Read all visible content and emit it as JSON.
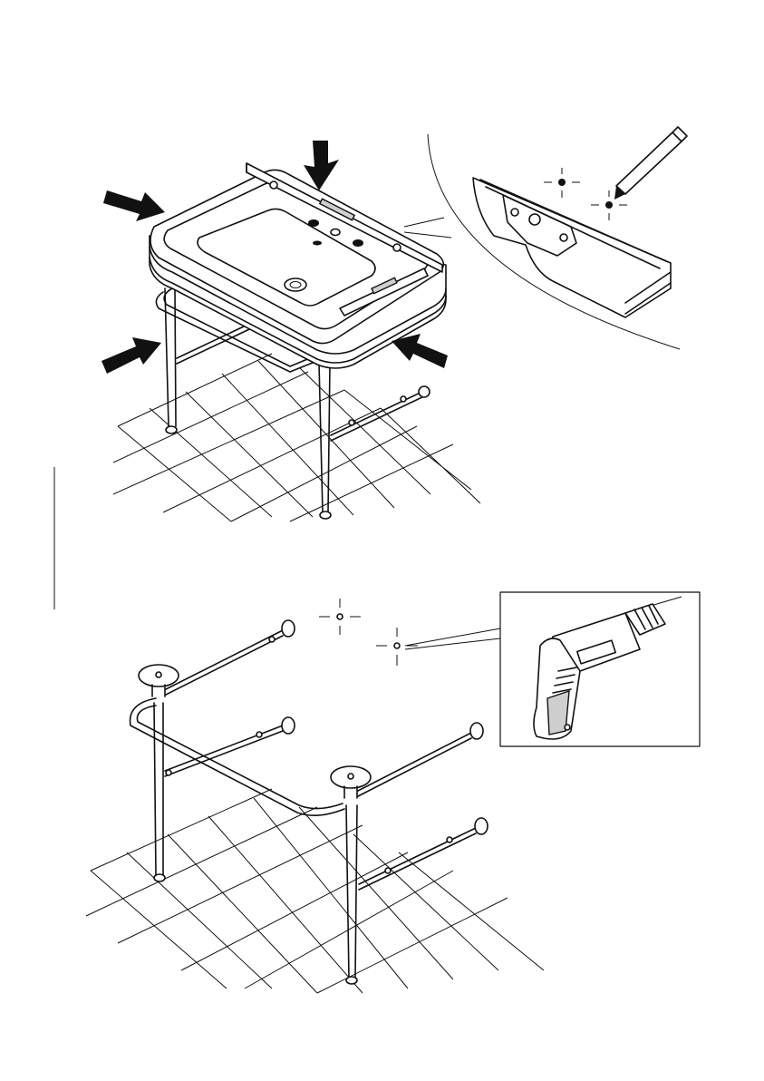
{
  "figure": {
    "kind": "installation-instructions",
    "steps": [
      {
        "step": "mark-wall",
        "icons": [
          "arrow-icon",
          "spirit-level-icon",
          "pencil-icon"
        ]
      },
      {
        "step": "drill-holes",
        "icons": [
          "drill-icon"
        ]
      }
    ]
  },
  "colors": {
    "ink": "#111111",
    "paper": "#ffffff",
    "shade": "#cfcfcf"
  }
}
